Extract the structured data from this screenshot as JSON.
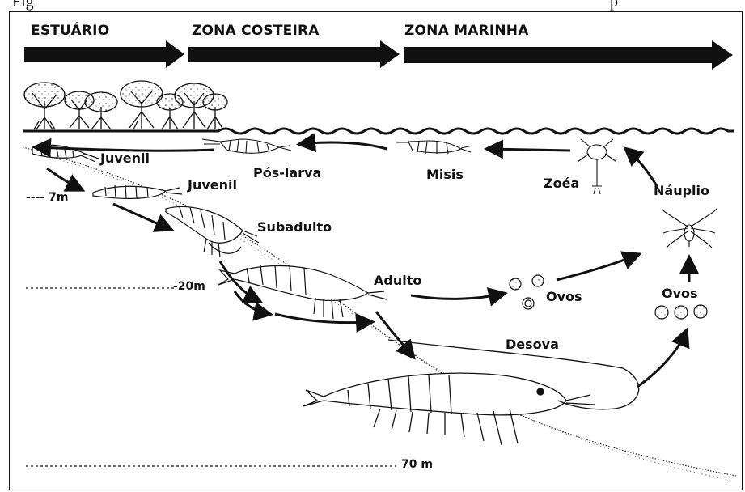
{
  "caption_fragment": [
    "Fig",
    "p"
  ],
  "zones": [
    "ESTUÁRIO",
    "ZONA COSTEIRA",
    "ZONA MARINHA"
  ],
  "stages": {
    "juvenil_1": "Juvenil",
    "juvenil_2": "Juvenil",
    "pos_larva": "Pós-larva",
    "misis": "Misis",
    "zoea": "Zoéa",
    "nauplio": "Náuplio",
    "subadulto": "Subadulto",
    "adulto": "Adulto",
    "ovos_1": "Ovos",
    "ovos_2": "Ovos",
    "desova": "Desova"
  },
  "depths": {
    "d7": "---- 7m",
    "d20": "-20m",
    "d70": "70 m"
  }
}
